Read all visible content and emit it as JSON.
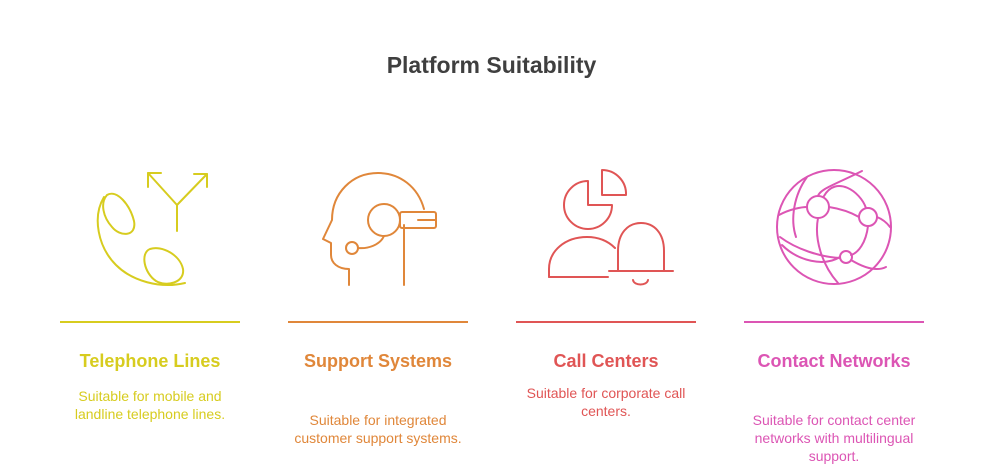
{
  "title": "Platform Suitability",
  "items": [
    {
      "heading": "Telephone Lines",
      "description": "Suitable for mobile and landline telephone lines.",
      "color": "#d7cc1f",
      "icon": "telephone-arrows-icon"
    },
    {
      "heading": "Support Systems",
      "description": "Suitable for integrated customer support systems.",
      "color": "#e0873a",
      "icon": "headset-icon"
    },
    {
      "heading": "Call Centers",
      "description": "Suitable for corporate call centers.",
      "color": "#e05555",
      "icon": "user-bell-chart-icon"
    },
    {
      "heading": "Contact Networks",
      "description": "Suitable for contact center networks with multilingual support.",
      "color": "#dc55b4",
      "icon": "globe-network-icon"
    }
  ]
}
